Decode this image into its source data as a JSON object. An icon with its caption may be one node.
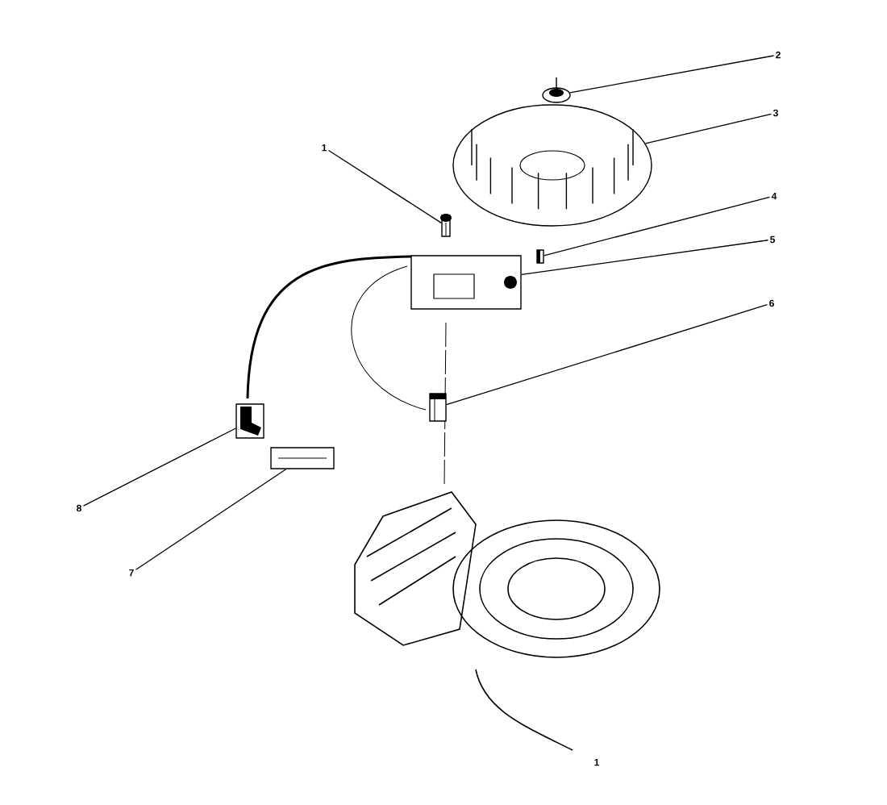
{
  "diagram": {
    "nodes": [
      {
        "text": [
          "1"
        ]
      },
      {
        "text": [
          "2"
        ]
      },
      {
        "text": [
          "3"
        ]
      },
      {
        "text": [
          "4"
        ]
      },
      {
        "text": [
          "5"
        ]
      },
      {
        "text": [
          "6"
        ]
      },
      {
        "text": [
          "7"
        ]
      },
      {
        "text": [
          "8"
        ]
      },
      {
        "text": [],
        "shape": "picture"
      },
      {
        "text": [],
        "shape": "picture"
      },
      {
        "text": [],
        "shape": "picture"
      },
      {
        "text": [],
        "shape": "picture"
      },
      {
        "text": [],
        "shape": "picture"
      },
      {
        "text": [],
        "shape": "picture"
      },
      {
        "text": [],
        "shape": "picture"
      },
      {
        "text": [],
        "shape": "picture"
      }
    ],
    "edges": [
      {
        "from": 0,
        "to": 8,
        "arrow": "none"
      },
      {
        "from": 1,
        "to": 9,
        "arrow": "none"
      },
      {
        "from": 2,
        "to": 10,
        "arrow": "none"
      },
      {
        "from": 3,
        "to": 11,
        "arrow": "none"
      },
      {
        "from": 4,
        "to": 12,
        "arrow": "none"
      },
      {
        "from": 5,
        "to": 13,
        "arrow": "none"
      },
      {
        "from": 6,
        "to": 14,
        "arrow": "none"
      },
      {
        "from": 7,
        "to": 15,
        "arrow": "none"
      }
    ],
    "labels": [
      "1"
    ]
  }
}
